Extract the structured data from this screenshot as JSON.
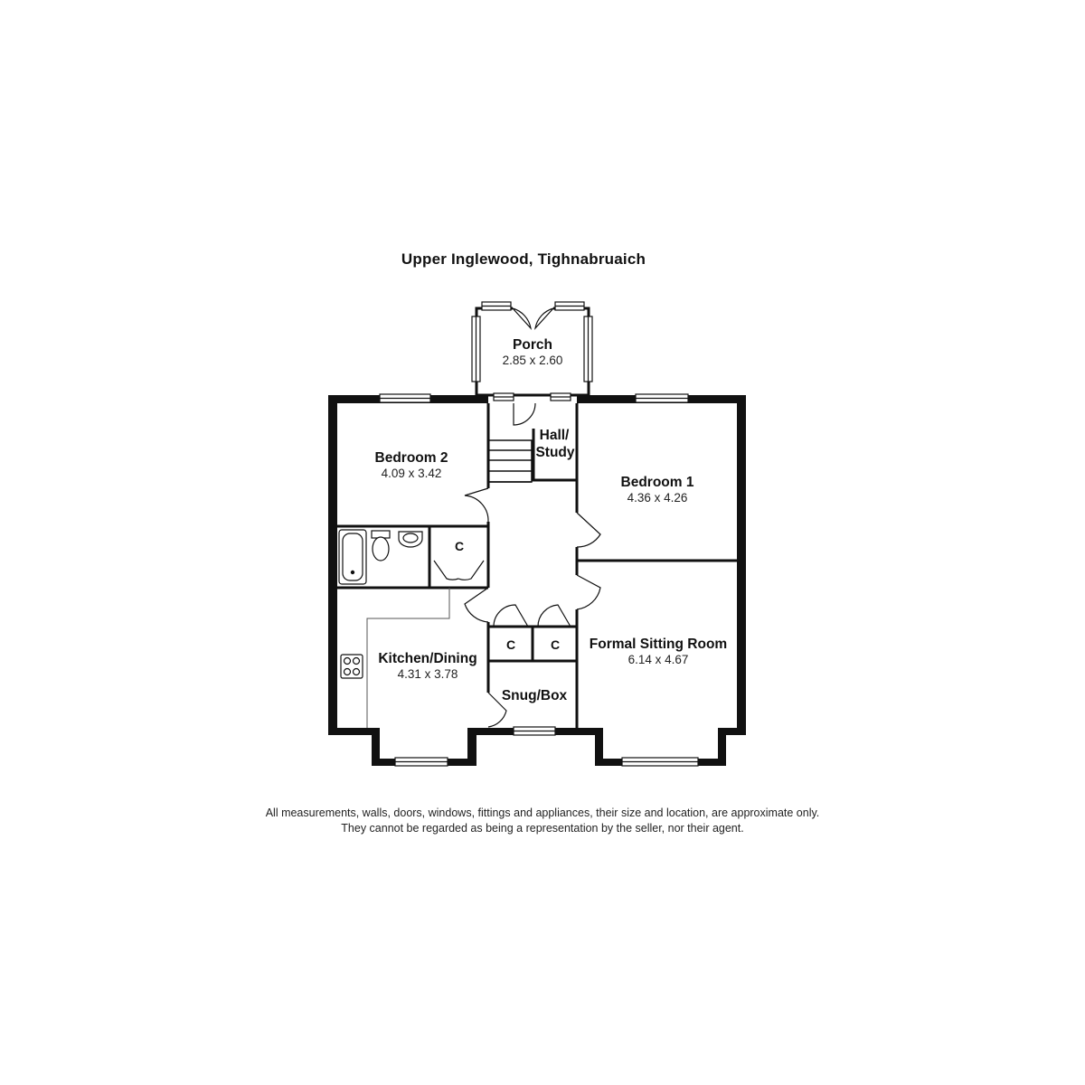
{
  "title": "Upper Inglewood, Tighnabruaich",
  "rooms": [
    {
      "name": "Porch",
      "dims": "2.85 x 2.60"
    },
    {
      "name": "Hall/",
      "name2": "Study"
    },
    {
      "name": "Bedroom 2",
      "dims": "4.09 x 3.42"
    },
    {
      "name": "Bedroom 1",
      "dims": "4.36 x 4.26"
    },
    {
      "name": "Kitchen/Dining",
      "dims": "4.31 x 3.78"
    },
    {
      "name": "Formal Sitting Room",
      "dims": "6.14 x 4.67"
    },
    {
      "name": "Snug/Box"
    }
  ],
  "cupboard_label": "C",
  "disclaimer": {
    "line1": "All measurements, walls, doors, windows, fittings and appliances, their size and location, are approximate only.",
    "line2": "They cannot be regarded as being a representation by the seller, nor their agent."
  }
}
